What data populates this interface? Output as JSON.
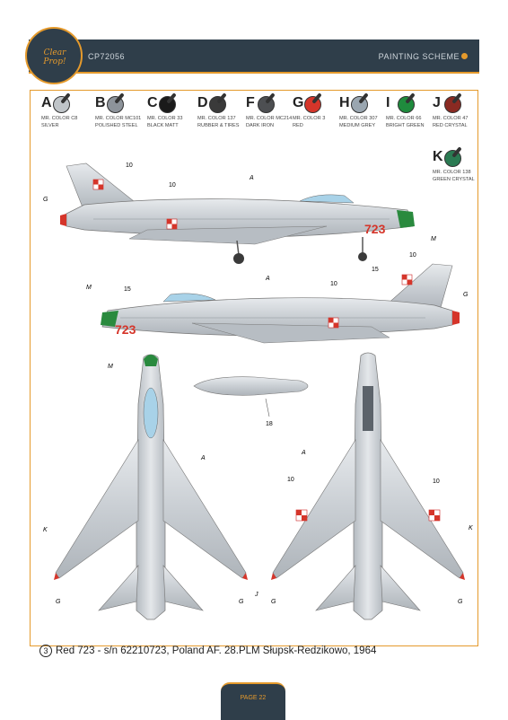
{
  "header": {
    "logo_text": "Clear Prop!",
    "kit_code": "CP72056",
    "title": "PAINTING SCHEME"
  },
  "colors_palette": [
    {
      "letter": "A",
      "line1": "MR. COLOR C8",
      "line2": "SILVER",
      "hex": "#bfc4c8"
    },
    {
      "letter": "B",
      "line1": "MR. COLOR MC101",
      "line2": "POLISHED STEEL",
      "hex": "#8d939a"
    },
    {
      "letter": "C",
      "line1": "MR. COLOR 33",
      "line2": "BLACK MATT",
      "hex": "#1a1a1a"
    },
    {
      "letter": "D",
      "line1": "MR. COLOR 137",
      "line2": "RUBBER & TIRES",
      "hex": "#3a3a3a"
    },
    {
      "letter": "F",
      "line1": "MR. COLOR MC214",
      "line2": "DARK IRON",
      "hex": "#4d4f52"
    },
    {
      "letter": "G",
      "line1": "MR. COLOR 3",
      "line2": "RED",
      "hex": "#d5352a"
    },
    {
      "letter": "H",
      "line1": "MR. COLOR 307",
      "line2": "MEDIUM GREY",
      "hex": "#9aa6b0"
    },
    {
      "letter": "I",
      "line1": "MR. COLOR 66",
      "line2": "BRIGHT GREEN",
      "hex": "#1f8b3d"
    },
    {
      "letter": "J",
      "line1": "MR. COLOR 47",
      "line2": "RED CRYSTAL",
      "hex": "#8a2a22"
    },
    {
      "letter": "K",
      "line1": "MR. COLOR 138",
      "line2": "GREEN CRYSTAL",
      "hex": "#2a7a52"
    }
  ],
  "callouts": {
    "a": "A",
    "g": "G",
    "m": "M",
    "k": "K",
    "j": "J",
    "n10": "10",
    "n15": "15",
    "n18": "18",
    "serial": "723"
  },
  "caption": {
    "number": "3",
    "text": "Red 723 - s/n 62210723, Poland AF. 28.PLM   Słupsk-Redzikowo, 1964"
  },
  "footer": {
    "page": "PAGE 22"
  },
  "accent": "#e59a2c",
  "header_bg": "#2f3e4a"
}
